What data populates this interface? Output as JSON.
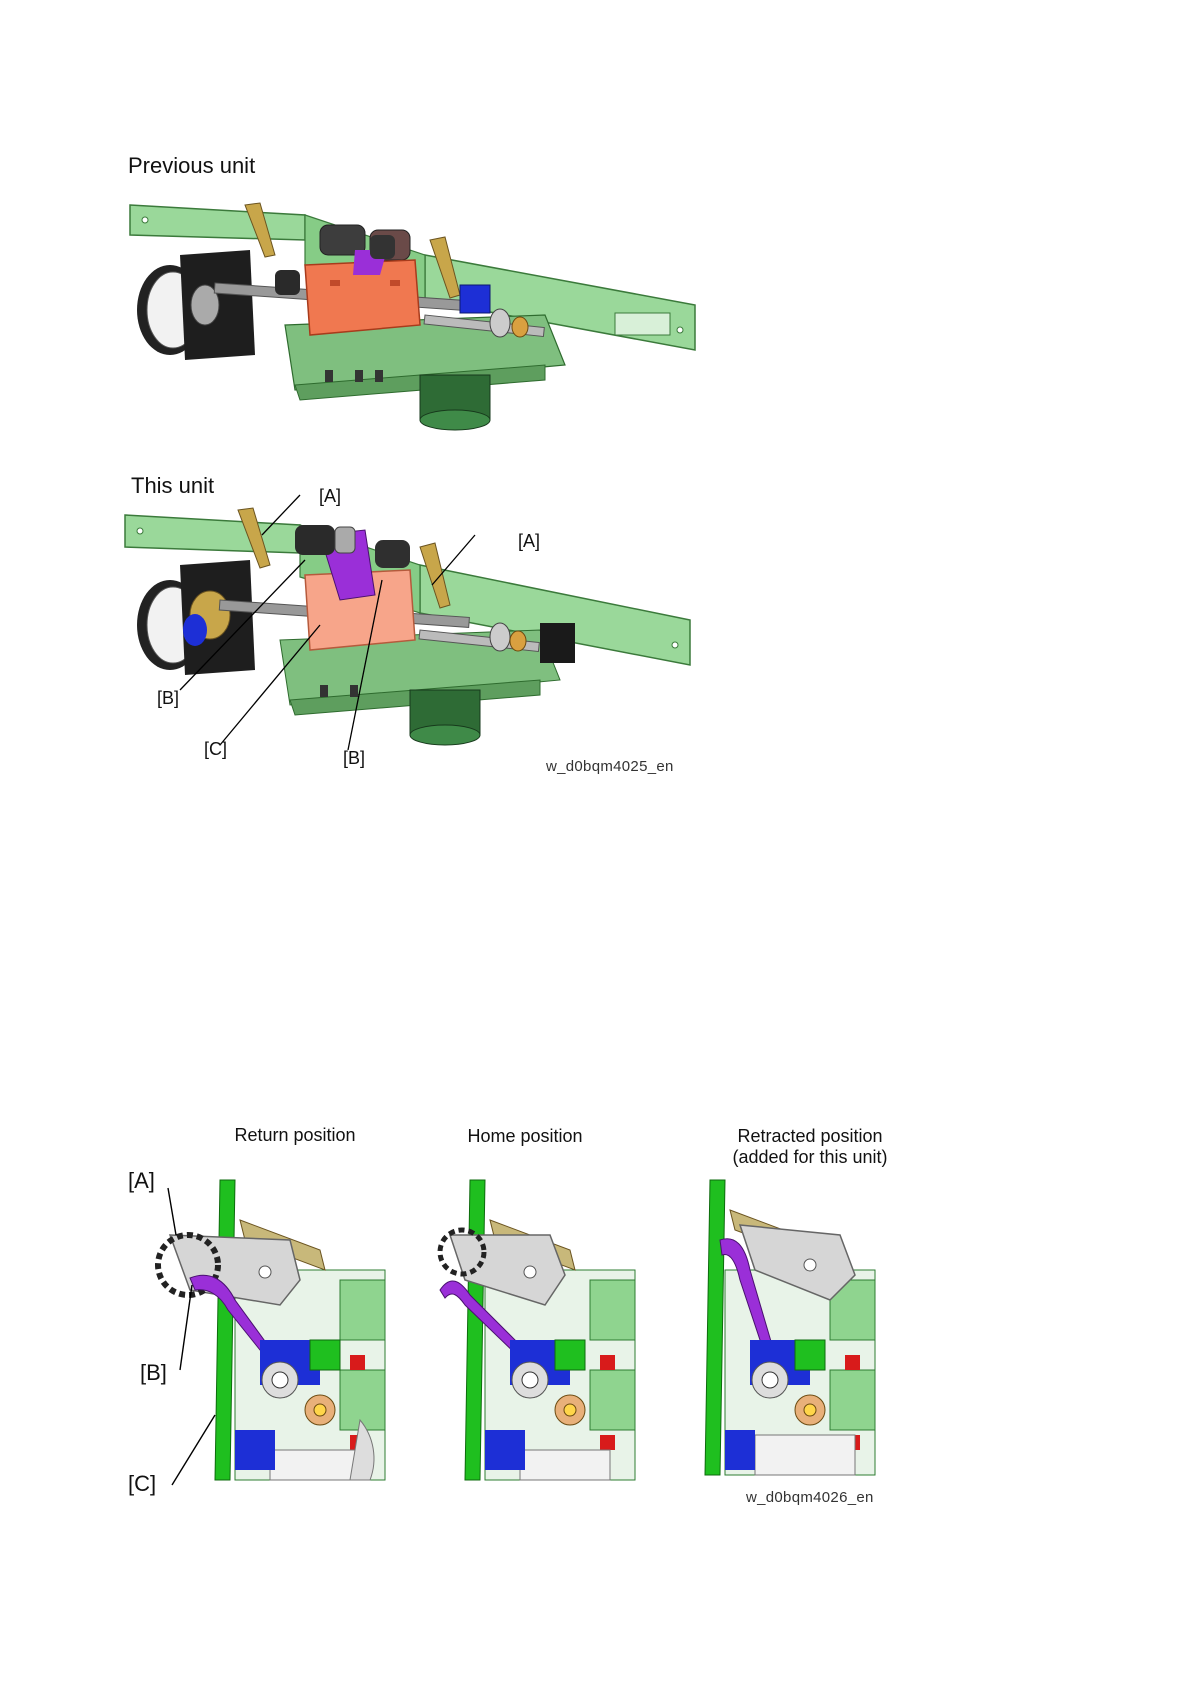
{
  "top_figure": {
    "previous_heading": "Previous unit",
    "this_heading": "This unit",
    "callouts": {
      "a1": "[A]",
      "a2": "[A]",
      "b1": "[B]",
      "c": "[C]",
      "b2": "[B]"
    },
    "figure_id": "w_d0bqm4025_en"
  },
  "bottom_figure": {
    "positions": [
      {
        "title": "Return position"
      },
      {
        "title": "Home position"
      },
      {
        "title_line1": "Retracted position",
        "title_line2": "(added for this unit)"
      }
    ],
    "callouts": {
      "a": "[A]",
      "b": "[B]",
      "c": "[C]"
    },
    "figure_id": "w_d0bqm4026_en"
  },
  "colors": {
    "frame_green": "#8fd48f",
    "frame_dark": "#2e7d32",
    "bright_green": "#1fbf1f",
    "salmon": "#f07850",
    "purple": "#9a2fd8",
    "blue": "#1d2fd6",
    "gold": "#c8a64a",
    "red": "#d81b1b"
  }
}
